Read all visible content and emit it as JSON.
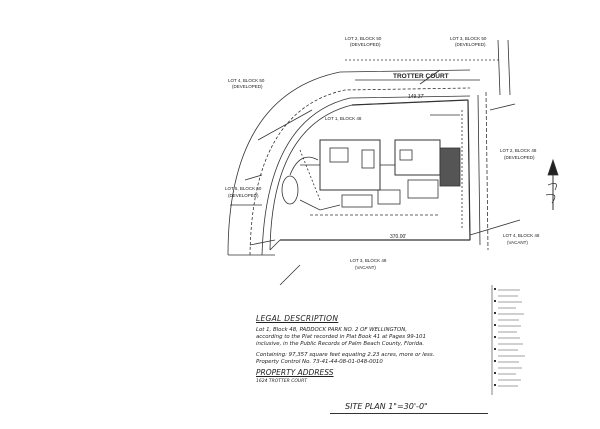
{
  "street": {
    "name": "TROTTER COURT"
  },
  "lots": {
    "lot2_block50": "LOT 2, BLOCK 50",
    "lot3_block50": "LOT 3, BLOCK 50",
    "lot4_block50": "LOT 4, BLOCK 50",
    "lot5_block50": "LOT 5, BLOCK 50",
    "lot1_block48": "LOT 1, BLOCK 48",
    "lot2_block48": "LOT 2, BLOCK 48",
    "lot3_block48": "LOT 3, BLOCK 48",
    "lot4_block48": "LOT 4, BLOCK 48",
    "developed": "(DEVELOPED)",
    "vacant": "(VACANT)"
  },
  "dimensions": {
    "top_frontage": "149.37'",
    "bottom_line": "370.00'"
  },
  "legal": {
    "heading": "LEGAL DESCRIPTION",
    "line1": "Lot 1, Block 48, PADDOCK PARK NO. 2 OF WELLINGTON,",
    "line2": "according to the Plat recorded in Plat Book 41 at Pages 99-101",
    "line3": "inclusive, in the Public Records of Palm Beach County, Florida.",
    "line4": "Containing: 97,357 square feet equating 2.23 acres, more or less.",
    "line5": "Property Control No.   73-41-44-08-01-048-0010"
  },
  "property": {
    "heading": "PROPERTY ADDRESS",
    "address": "1624 TROTTER COURT"
  },
  "plan_title": "SITE PLAN   1\"=30'-0\""
}
